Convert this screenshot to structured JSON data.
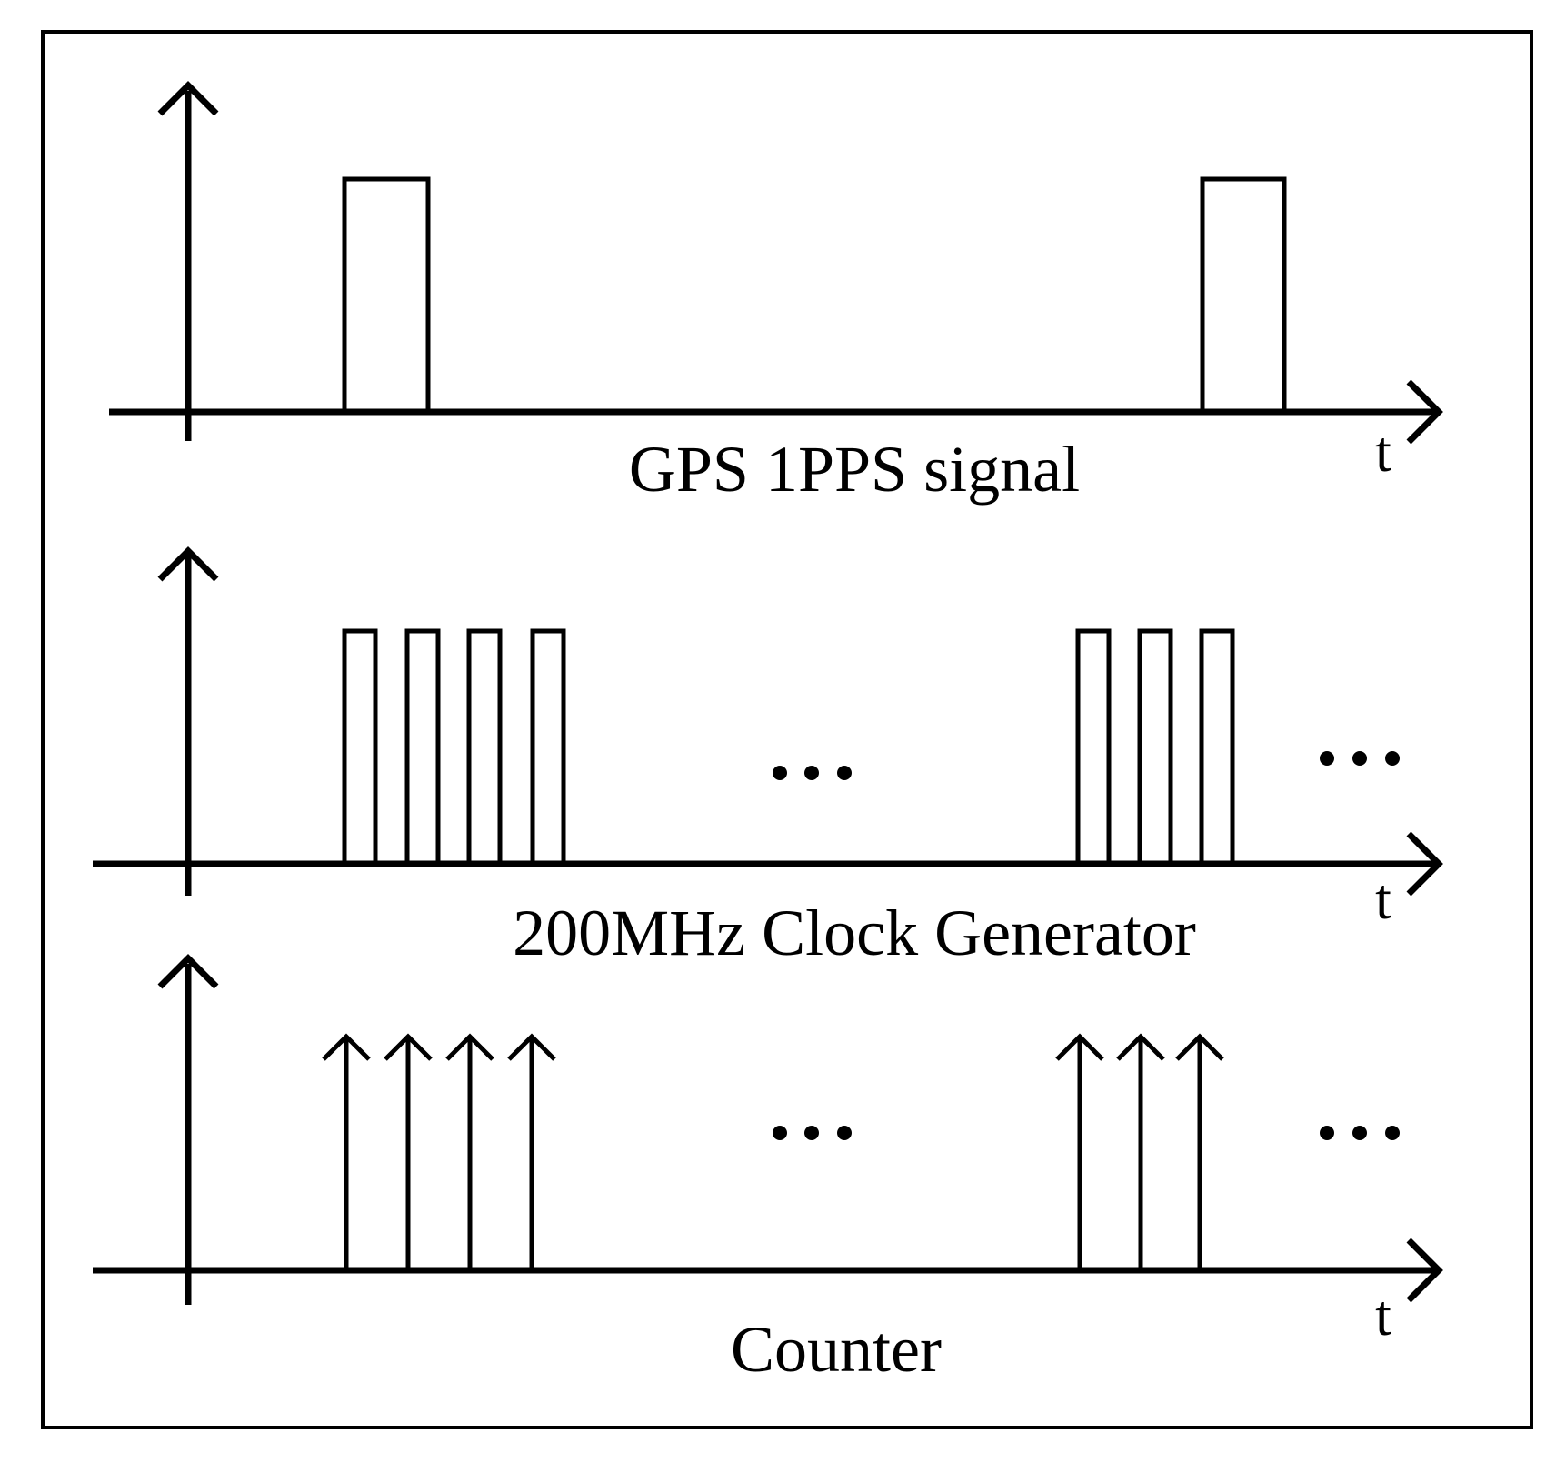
{
  "panels": [
    {
      "id": "gps",
      "caption": "GPS 1PPS signal",
      "axis_label": "t",
      "ellipsis": [],
      "kind": "pulses"
    },
    {
      "id": "clock",
      "caption": "200MHz Clock Generator",
      "axis_label": "t",
      "ellipsis": [
        "…",
        "…"
      ],
      "kind": "pulses"
    },
    {
      "id": "counter",
      "caption": "Counter",
      "axis_label": "t",
      "ellipsis": [
        "…",
        "…"
      ],
      "kind": "impulses"
    }
  ]
}
